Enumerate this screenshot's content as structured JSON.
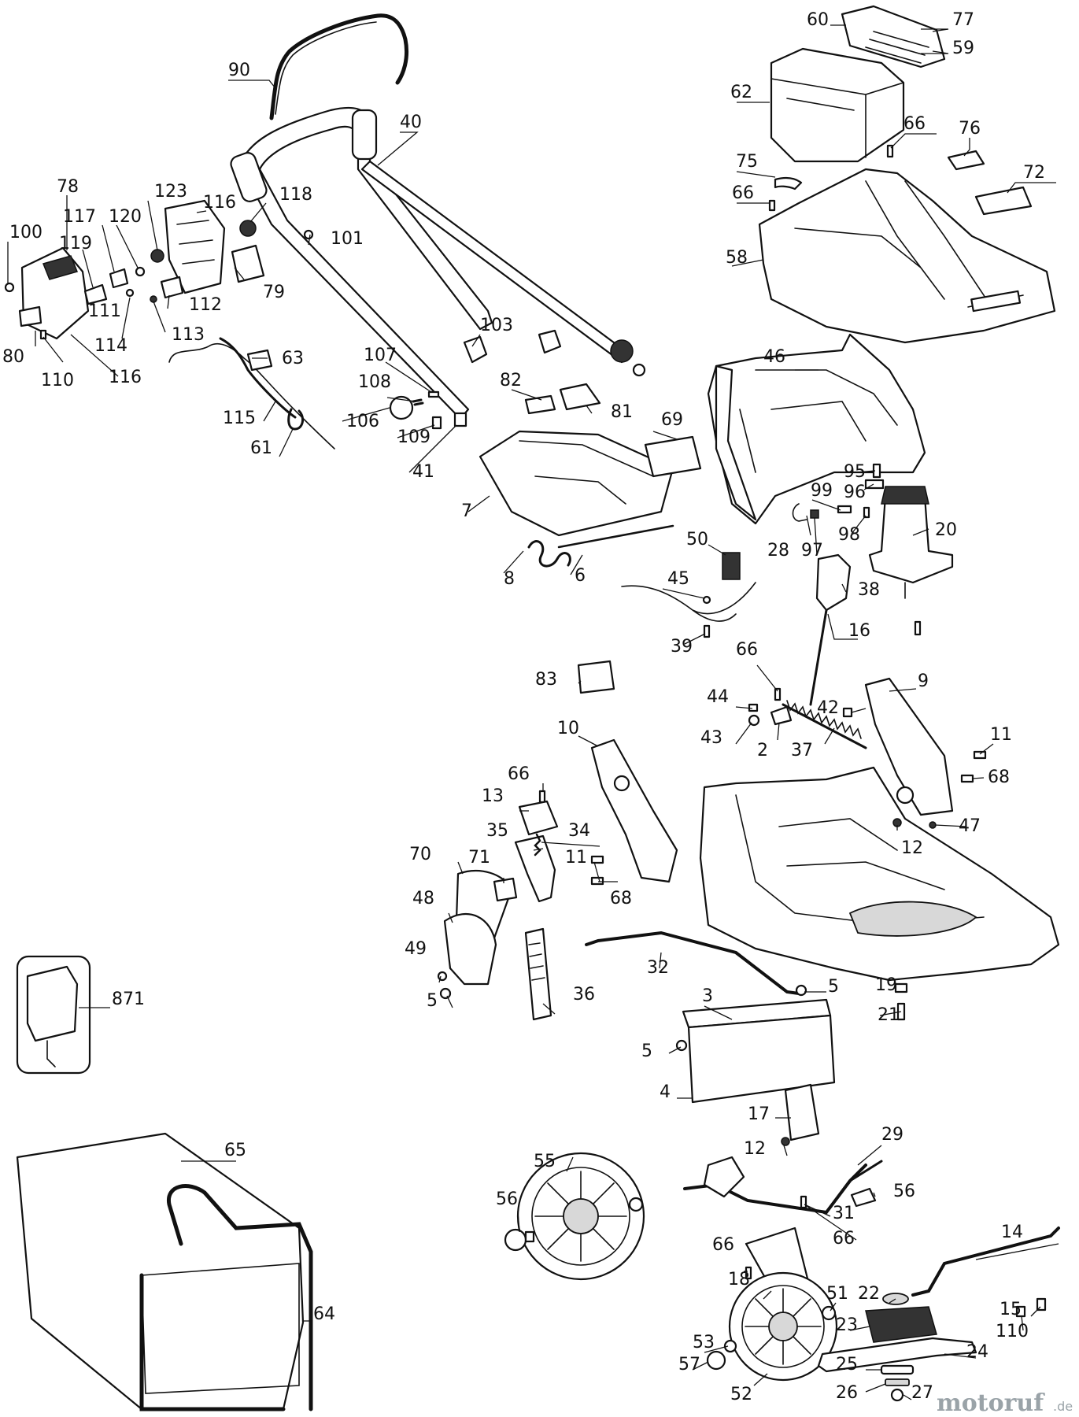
{
  "watermark": {
    "brand": "motoruf",
    "tld": ".de"
  },
  "callouts": [
    {
      "id": "c90",
      "text": "90"
    },
    {
      "id": "c40",
      "text": "40"
    },
    {
      "id": "c60",
      "text": "60"
    },
    {
      "id": "c77",
      "text": "77"
    },
    {
      "id": "c59",
      "text": "59"
    },
    {
      "id": "c62",
      "text": "62"
    },
    {
      "id": "c66a",
      "text": "66"
    },
    {
      "id": "c76",
      "text": "76"
    },
    {
      "id": "c75",
      "text": "75"
    },
    {
      "id": "c72",
      "text": "72"
    },
    {
      "id": "c66b",
      "text": "66"
    },
    {
      "id": "c58",
      "text": "58"
    },
    {
      "id": "c78",
      "text": "78"
    },
    {
      "id": "c123",
      "text": "123"
    },
    {
      "id": "c116a",
      "text": "116"
    },
    {
      "id": "c118",
      "text": "118"
    },
    {
      "id": "c100",
      "text": "100"
    },
    {
      "id": "c117",
      "text": "117"
    },
    {
      "id": "c120",
      "text": "120"
    },
    {
      "id": "c119",
      "text": "119"
    },
    {
      "id": "c101",
      "text": "101"
    },
    {
      "id": "c79",
      "text": "79"
    },
    {
      "id": "c111",
      "text": "111"
    },
    {
      "id": "c112",
      "text": "112"
    },
    {
      "id": "c114",
      "text": "114"
    },
    {
      "id": "c113",
      "text": "113"
    },
    {
      "id": "c80",
      "text": "80"
    },
    {
      "id": "c63",
      "text": "63"
    },
    {
      "id": "c110a",
      "text": "110"
    },
    {
      "id": "c116b",
      "text": "116"
    },
    {
      "id": "c103",
      "text": "103"
    },
    {
      "id": "c107",
      "text": "107"
    },
    {
      "id": "c46",
      "text": "46"
    },
    {
      "id": "c82",
      "text": "82"
    },
    {
      "id": "c108",
      "text": "108"
    },
    {
      "id": "c81",
      "text": "81"
    },
    {
      "id": "c115",
      "text": "115"
    },
    {
      "id": "c106",
      "text": "106"
    },
    {
      "id": "c109",
      "text": "109"
    },
    {
      "id": "c69",
      "text": "69"
    },
    {
      "id": "c61",
      "text": "61"
    },
    {
      "id": "c41",
      "text": "41"
    },
    {
      "id": "c95",
      "text": "95"
    },
    {
      "id": "c96",
      "text": "96"
    },
    {
      "id": "c7",
      "text": "7"
    },
    {
      "id": "c99",
      "text": "99"
    },
    {
      "id": "c20",
      "text": "20"
    },
    {
      "id": "c50",
      "text": "50"
    },
    {
      "id": "c28",
      "text": "28"
    },
    {
      "id": "c97",
      "text": "97"
    },
    {
      "id": "c98",
      "text": "98"
    },
    {
      "id": "c8",
      "text": "8"
    },
    {
      "id": "c6",
      "text": "6"
    },
    {
      "id": "c45",
      "text": "45"
    },
    {
      "id": "c38",
      "text": "38"
    },
    {
      "id": "c39",
      "text": "39"
    },
    {
      "id": "c16",
      "text": "16"
    },
    {
      "id": "c83",
      "text": "83"
    },
    {
      "id": "c66c",
      "text": "66"
    },
    {
      "id": "c9",
      "text": "9"
    },
    {
      "id": "c44",
      "text": "44"
    },
    {
      "id": "c42",
      "text": "42"
    },
    {
      "id": "c43",
      "text": "43"
    },
    {
      "id": "c2",
      "text": "2"
    },
    {
      "id": "c37",
      "text": "37"
    },
    {
      "id": "c11a",
      "text": "11"
    },
    {
      "id": "c10",
      "text": "10"
    },
    {
      "id": "c68a",
      "text": "68"
    },
    {
      "id": "c66d",
      "text": "66"
    },
    {
      "id": "c13",
      "text": "13"
    },
    {
      "id": "c47",
      "text": "47"
    },
    {
      "id": "c35",
      "text": "35"
    },
    {
      "id": "c34",
      "text": "34"
    },
    {
      "id": "c12a",
      "text": "12"
    },
    {
      "id": "c70",
      "text": "70"
    },
    {
      "id": "c71",
      "text": "71"
    },
    {
      "id": "c11b",
      "text": "11"
    },
    {
      "id": "c48",
      "text": "48"
    },
    {
      "id": "c68b",
      "text": "68"
    },
    {
      "id": "c49",
      "text": "49"
    },
    {
      "id": "c32",
      "text": "32"
    },
    {
      "id": "c871",
      "text": "871"
    },
    {
      "id": "c5a",
      "text": "5"
    },
    {
      "id": "c19",
      "text": "19"
    },
    {
      "id": "c5b",
      "text": "5"
    },
    {
      "id": "c36",
      "text": "36"
    },
    {
      "id": "c3",
      "text": "3"
    },
    {
      "id": "c21",
      "text": "21"
    },
    {
      "id": "c5c",
      "text": "5"
    },
    {
      "id": "c4",
      "text": "4"
    },
    {
      "id": "c17",
      "text": "17"
    },
    {
      "id": "c65",
      "text": "65"
    },
    {
      "id": "c29",
      "text": "29"
    },
    {
      "id": "c55",
      "text": "55"
    },
    {
      "id": "c12b",
      "text": "12"
    },
    {
      "id": "c56a",
      "text": "56"
    },
    {
      "id": "c56b",
      "text": "56"
    },
    {
      "id": "c31",
      "text": "31"
    },
    {
      "id": "c66e",
      "text": "66"
    },
    {
      "id": "c66f",
      "text": "66"
    },
    {
      "id": "c18",
      "text": "18"
    },
    {
      "id": "c14",
      "text": "14"
    },
    {
      "id": "c64",
      "text": "64"
    },
    {
      "id": "c51",
      "text": "51"
    },
    {
      "id": "c22",
      "text": "22"
    },
    {
      "id": "c53",
      "text": "53"
    },
    {
      "id": "c15",
      "text": "15"
    },
    {
      "id": "c23",
      "text": "23"
    },
    {
      "id": "c110b",
      "text": "110"
    },
    {
      "id": "c57",
      "text": "57"
    },
    {
      "id": "c24",
      "text": "24"
    },
    {
      "id": "c25",
      "text": "25"
    },
    {
      "id": "c52",
      "text": "52"
    },
    {
      "id": "c26",
      "text": "26"
    },
    {
      "id": "c27",
      "text": "27"
    }
  ]
}
